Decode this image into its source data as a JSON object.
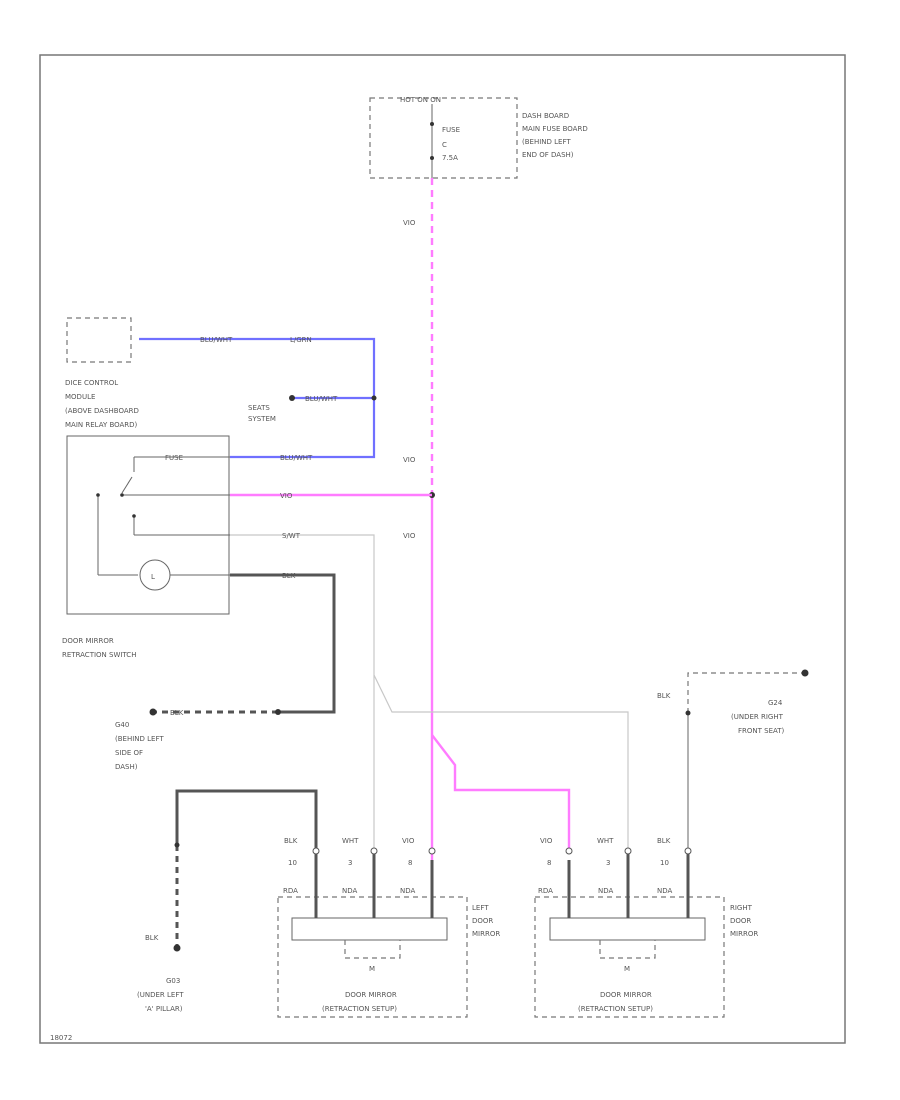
{
  "fuse": {
    "title": "HOT ON ON",
    "line1": "FUSE",
    "line2": "C",
    "line3": "7.5A",
    "location": [
      "DASH BOARD",
      "MAIN FUSE BOARD",
      "(BEHIND LEFT",
      "END OF DASH)"
    ]
  },
  "wires": {
    "vio_top": "VIO",
    "vio_mid": "VIO",
    "vio_lower": "VIO",
    "vio_branch": "VIO",
    "blu_wht_top": "BLU/WHT",
    "lgrn_top": "L/GRN",
    "blu_wht_mid": "BLU/WHT",
    "blu_wht_low": "BLU/WHT",
    "wht_s": "S/WT",
    "blk_s": "BLK",
    "blk_g": "BLK",
    "blk_right": "BLK",
    "blk_left": "BLK"
  },
  "seats": {
    "line1": "SEATS",
    "line2": "SYSTEM"
  },
  "dice": [
    "DICE CONTROL",
    "MODULE",
    "(ABOVE DASHBOARD",
    "MAIN RELAY BOARD)"
  ],
  "switch_pins": [
    "FUSE",
    "",
    "",
    ""
  ],
  "switch_label": [
    "DOOR MIRROR",
    "RETRACTION SWITCH"
  ],
  "g_left_mid": {
    "id": "G40",
    "lines": [
      "(BEHIND LEFT",
      "SIDE OF",
      "DASH)"
    ]
  },
  "g_right": {
    "id": "G24",
    "lines": [
      "(UNDER RIGHT",
      "FRONT SEAT)"
    ]
  },
  "g_left_low": {
    "id": "G03",
    "lines": [
      "(UNDER LEFT",
      "'A' PILLAR)"
    ]
  },
  "left_mirror": {
    "wire_colors": [
      "BLK",
      "WHT",
      "VIO"
    ],
    "pins": [
      "10",
      "3",
      "8"
    ],
    "connectors": [
      "RDA",
      "NDA",
      "NDA"
    ],
    "side_label": [
      "LEFT",
      "DOOR",
      "MIRROR"
    ],
    "caption": [
      "DOOR MIRROR",
      "(RETRACTION SETUP)"
    ]
  },
  "right_mirror": {
    "wire_colors": [
      "VIO",
      "WHT",
      "BLK"
    ],
    "pins": [
      "8",
      "3",
      "10"
    ],
    "connectors": [
      "RDA",
      "NDA",
      "NDA"
    ],
    "side_label": [
      "RIGHT",
      "DOOR",
      "MIRROR"
    ],
    "caption": [
      "DOOR MIRROR",
      "(RETRACTION SETUP)"
    ]
  },
  "footer_code": "18072"
}
